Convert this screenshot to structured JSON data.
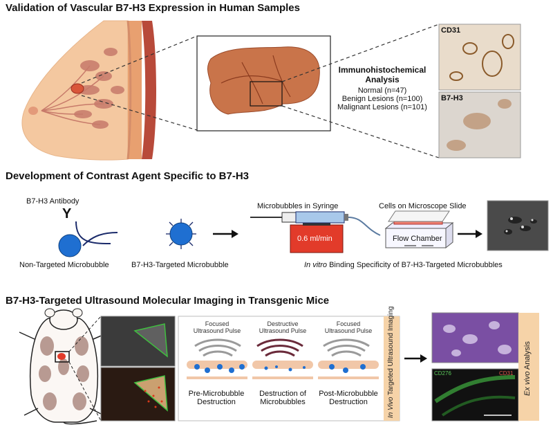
{
  "section1": {
    "title": "Validation of Vascular B7-H3 Expression in Human Samples",
    "ihc_title_1": "Immunohistochemical",
    "ihc_title_2": "Analysis",
    "counts": [
      "Normal (n=47)",
      "Benign Lesions (n=100)",
      "Malignant Lesions (n=101)"
    ],
    "stain_top": "CD31",
    "stain_bottom": "B7-H3"
  },
  "section2": {
    "title": "Development of Contrast Agent Specific to B7-H3",
    "antibody_label": "B7-H3 Antibody",
    "antibody_symbol": "Y",
    "non_targeted": "Non-Targeted Microbubble",
    "targeted": "B7-H3-Targeted Microbubble",
    "syringe_label": "Microbubbles in Syringe",
    "flow_rate": "0.6 ml/min",
    "slide_label": "Cells on Microscope Slide",
    "flow_chamber": "Flow Chamber",
    "caption_italic": "In vitro",
    "caption_rest": " Binding Specificity of B7-H3-Targeted Microbubbles"
  },
  "section3": {
    "title": "B7-H3-Targeted Ultrasound Molecular Imaging in Transgenic Mice",
    "steps": [
      {
        "pulse": [
          "Focused",
          "Ultrasound Pulse"
        ],
        "caption": [
          "Pre-Microbubble",
          "Destruction"
        ]
      },
      {
        "pulse": [
          "Destructive",
          "Ultrasound Pulse"
        ],
        "caption": [
          "Destruction of",
          "Microbubbles"
        ]
      },
      {
        "pulse": [
          "Focused",
          "Ultrasound Pulse"
        ],
        "caption": [
          "Post-Microbubble",
          "Destruction"
        ]
      }
    ],
    "vertical_italic": "In Vivo",
    "vertical_rest": " Targeted Ultrasound Imaging",
    "exvivo_italic": "Ex vivo",
    "exvivo_rest": " Analysis",
    "stain_cd276": "CD276",
    "stain_cd31": "CD31"
  },
  "colors": {
    "breast_skin": "#f4c8a0",
    "lobule": "#c77a6a",
    "microbubble": "#1f6fd1",
    "flow_base": "#e23b2a",
    "syringe_fill": "#a8c8ea",
    "label_strip": "#f6d3a8",
    "he_stain": "#7a4fa3",
    "mouse_spots": "#b89a92"
  }
}
